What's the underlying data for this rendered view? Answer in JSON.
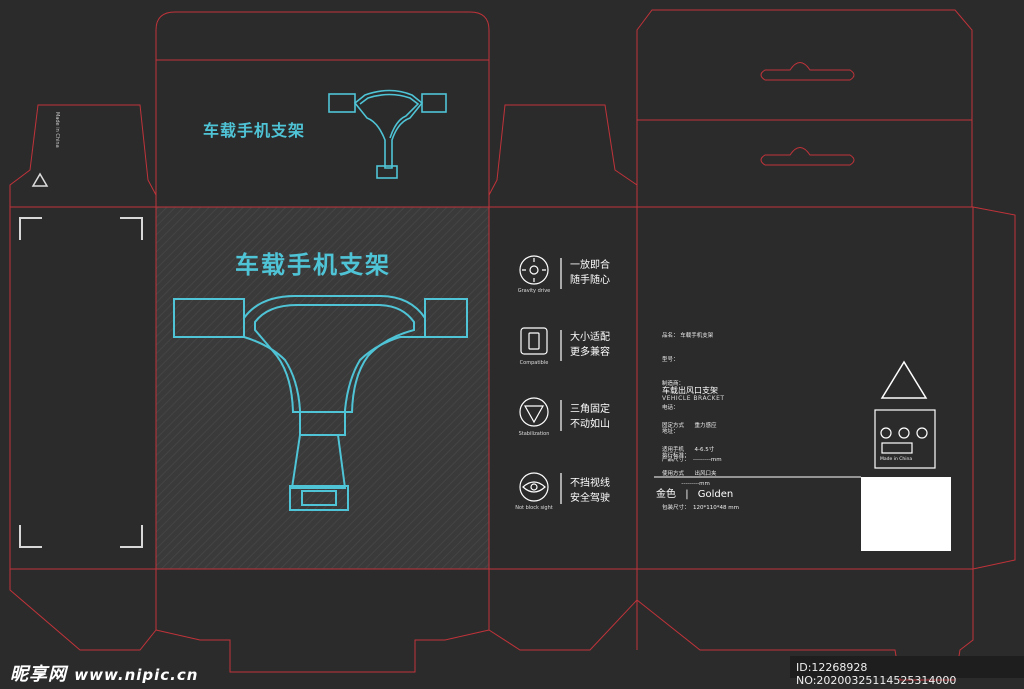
{
  "product_title": "车载手机支架",
  "features": [
    {
      "line1": "一放即合",
      "line2": "随手随心",
      "label": "Gravity drive",
      "icon": "gravity-drive-icon"
    },
    {
      "line1": "大小适配",
      "line2": "更多兼容",
      "label": "Compatible",
      "icon": "phone-compatible-icon"
    },
    {
      "line1": "三角固定",
      "line2": "不动如山",
      "label": "Stabilization",
      "icon": "triangle-stabilization-icon"
    },
    {
      "line1": "不挡视线",
      "line2": "安全驾驶",
      "label": "Not block sight",
      "icon": "eye-icon"
    }
  ],
  "info_lines": [
    "品名： 车载手机支架",
    "型号：",
    "制造商：",
    "电话：",
    "地址：",
    "执行标准："
  ],
  "spec_title": "车载出风口支架",
  "spec_subtitle": "VEHICLE BRACKET",
  "spec_rows": [
    "固定方式      重力感应",
    "适用手机      4-6.5寸",
    "使用方式      出风口夹"
  ],
  "spec_size_rows": [
    "产品尺寸：  ---------mm",
    "           ---------mm",
    "包装尺寸：  120*110*48 mm"
  ],
  "color_cn": "金色",
  "color_sep": "|",
  "color_en": "Golden",
  "made_in": "Made in China",
  "watermark_brand": "昵享网",
  "watermark_url": "www.nipic.cn",
  "watermark_id": "ID:12268928 NO:20200325114525314000",
  "colors": {
    "background": "#2b2b2b",
    "dieline": "#c0333a",
    "accent": "#4fc4d6",
    "panel": "#3a3a3a"
  }
}
